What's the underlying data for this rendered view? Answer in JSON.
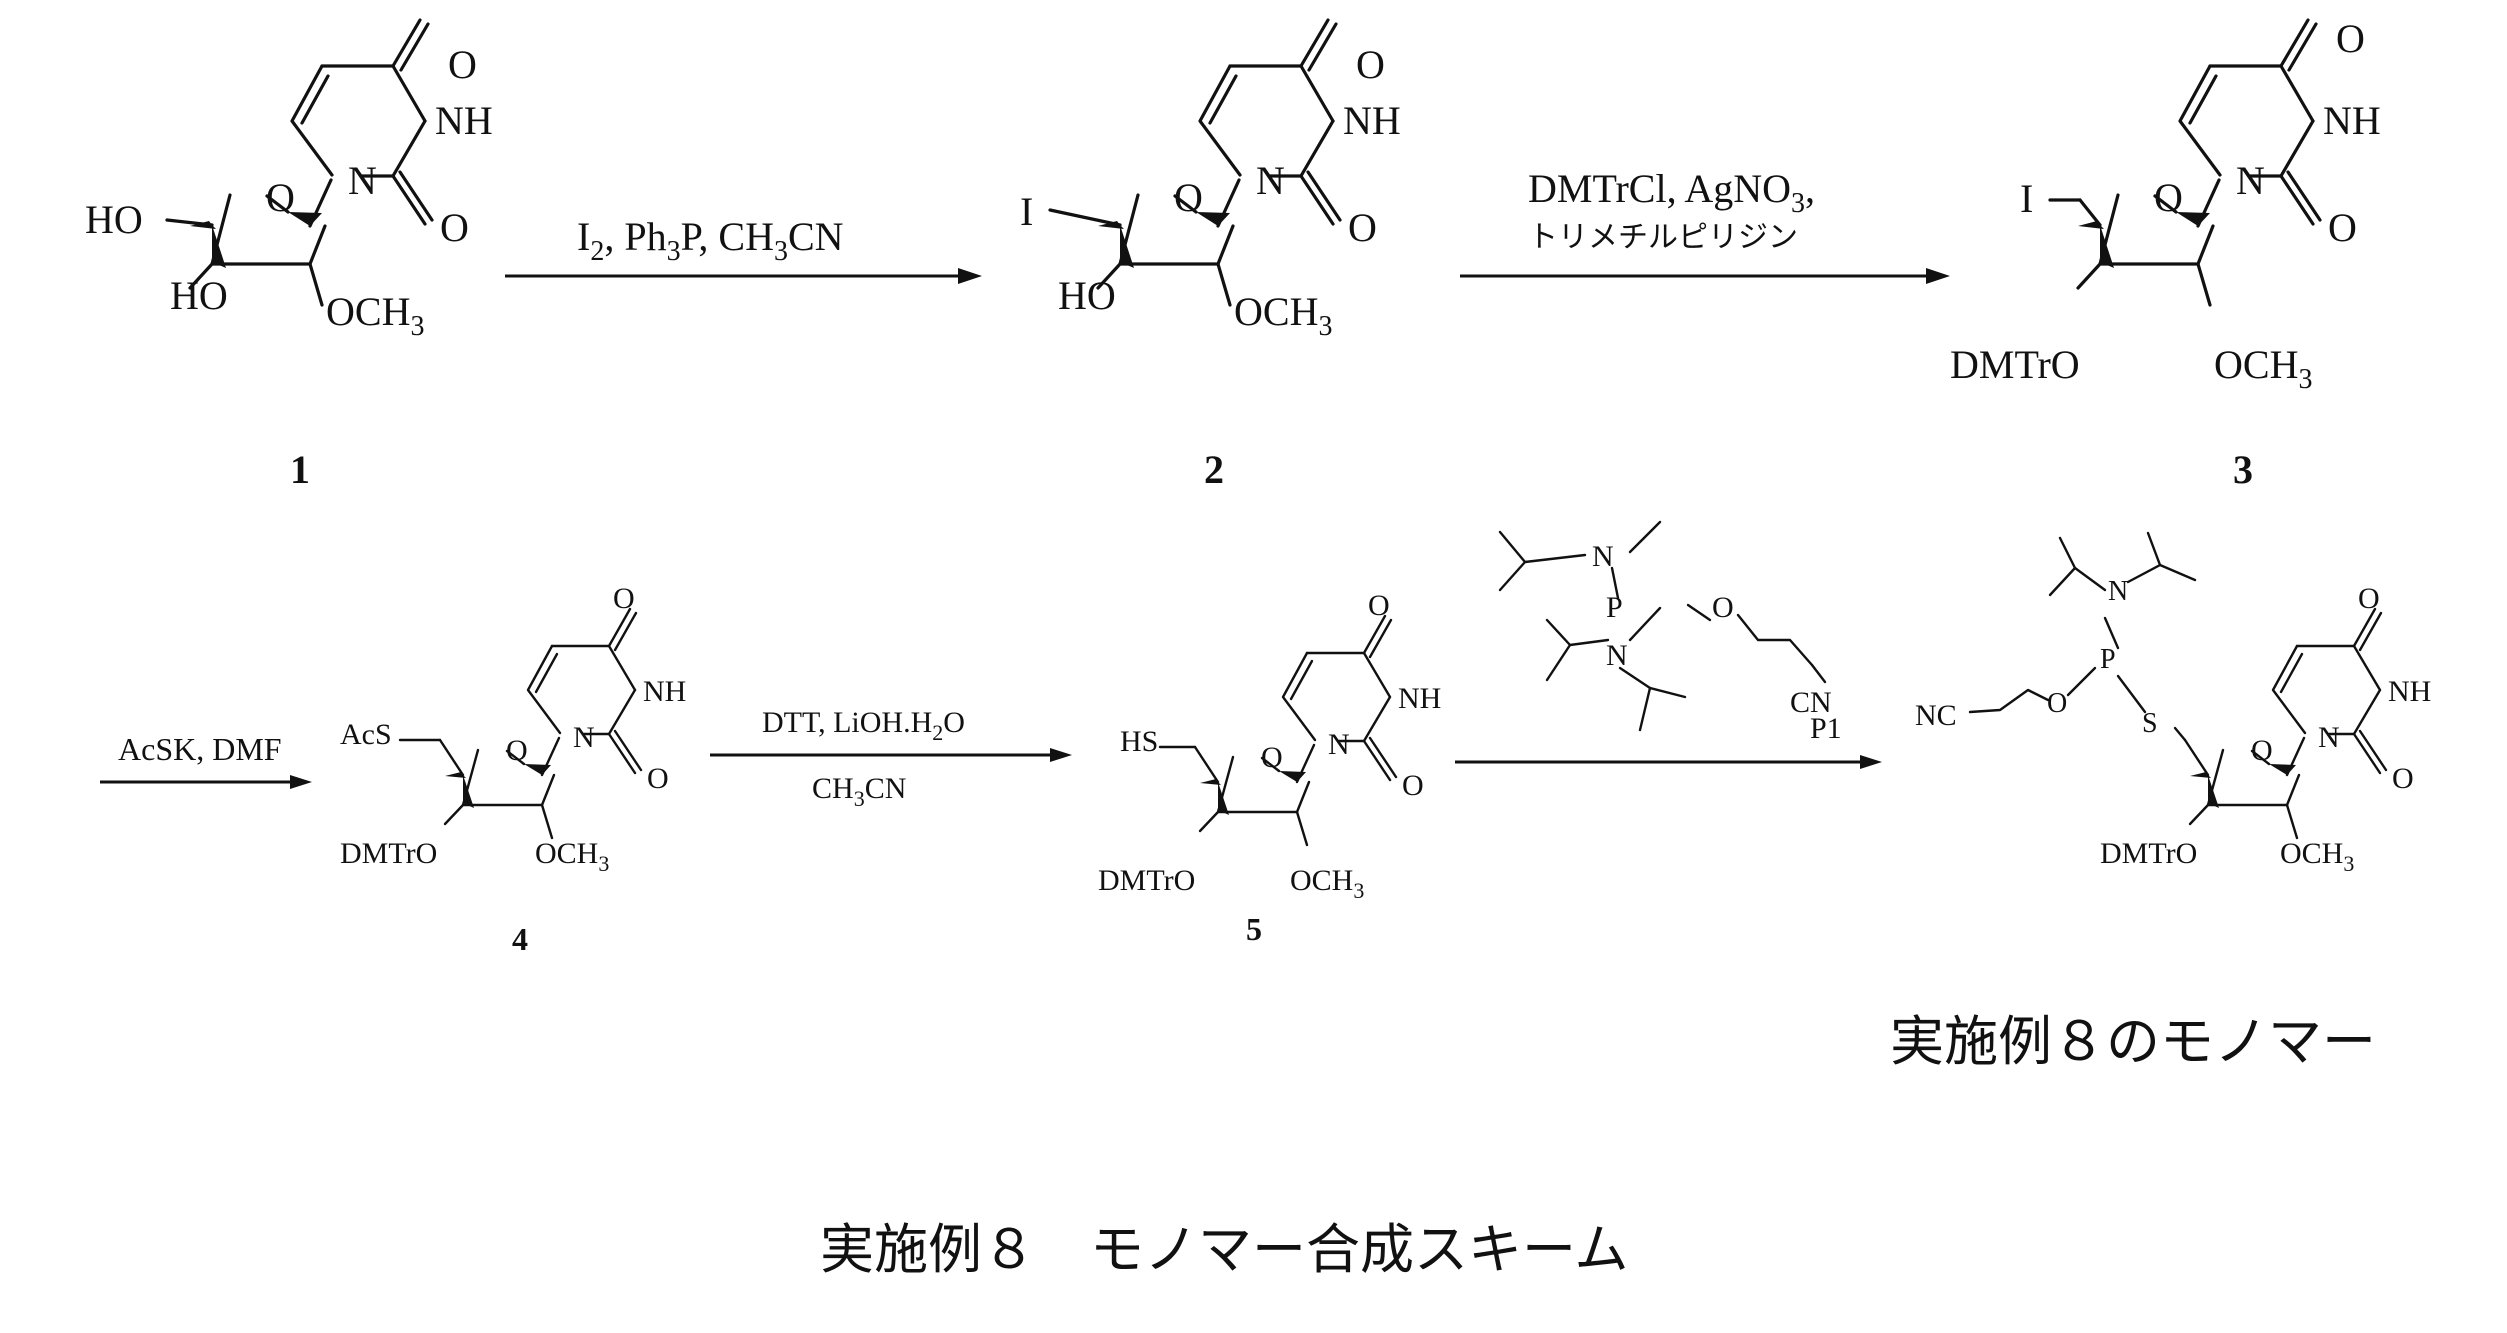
{
  "compounds": {
    "c1": {
      "number": "1",
      "labels": {
        "o4": "O",
        "nh": "NH",
        "o2": "O",
        "n1": "N",
        "ring_o": "O",
        "c5": "HO",
        "c3": "HO",
        "c2": "OCH",
        "sub3": "3"
      }
    },
    "c2": {
      "number": "2",
      "labels": {
        "o4": "O",
        "nh": "NH",
        "o2": "O",
        "n1": "N",
        "ring_o": "O",
        "c5": "I",
        "c3": "HO",
        "c2": "OCH",
        "sub3": "3"
      }
    },
    "c3": {
      "number": "3",
      "labels": {
        "o4": "O",
        "nh": "NH",
        "o2": "O",
        "n1": "N",
        "ring_o": "O",
        "c5": "I",
        "c3": "DMTrO",
        "c2": "OCH",
        "sub3": "3"
      }
    },
    "c4": {
      "number": "4",
      "labels": {
        "o4": "O",
        "nh": "NH",
        "o2": "O",
        "n1": "N",
        "ring_o": "O",
        "c5": "AcS",
        "c3": "DMTrO",
        "c2": "OCH",
        "sub3": "3"
      }
    },
    "c5": {
      "number": "5",
      "labels": {
        "o4": "O",
        "nh": "NH",
        "o2": "O",
        "n1": "N",
        "ring_o": "O",
        "c5": "HS",
        "c3": "DMTrO",
        "c2": "OCH",
        "sub3": "3"
      }
    },
    "product": {
      "labels": {
        "o4": "O",
        "nh": "NH",
        "o2": "O",
        "n1": "N",
        "ring_o": "O",
        "c3": "DMTrO",
        "c2": "OCH",
        "sub3": "3",
        "s": "S",
        "p": "P",
        "o": "O",
        "n": "N",
        "nc": "NC"
      }
    }
  },
  "reagent_p1": {
    "n_top": "N",
    "p": "P",
    "o": "O",
    "n_bottom": "N",
    "cn": "CN",
    "name": "P1"
  },
  "arrows": {
    "a1": {
      "line1_parts": [
        "I",
        "2",
        ", Ph",
        "3",
        "P, CH",
        "3",
        "CN"
      ]
    },
    "a2": {
      "line1_parts": [
        "DMTrCl, AgNO",
        "3",
        ","
      ],
      "line2": "トリメチルピリジン"
    },
    "a3": {
      "line1": "AcSK, DMF"
    },
    "a4": {
      "line1_parts": [
        "DTT, LiOH.H",
        "2",
        "O"
      ],
      "line2_parts": [
        "CH",
        "3",
        "CN"
      ]
    }
  },
  "product_caption": "実施例８のモノマー",
  "scheme_title": "実施例８　モノマー合成スキーム"
}
